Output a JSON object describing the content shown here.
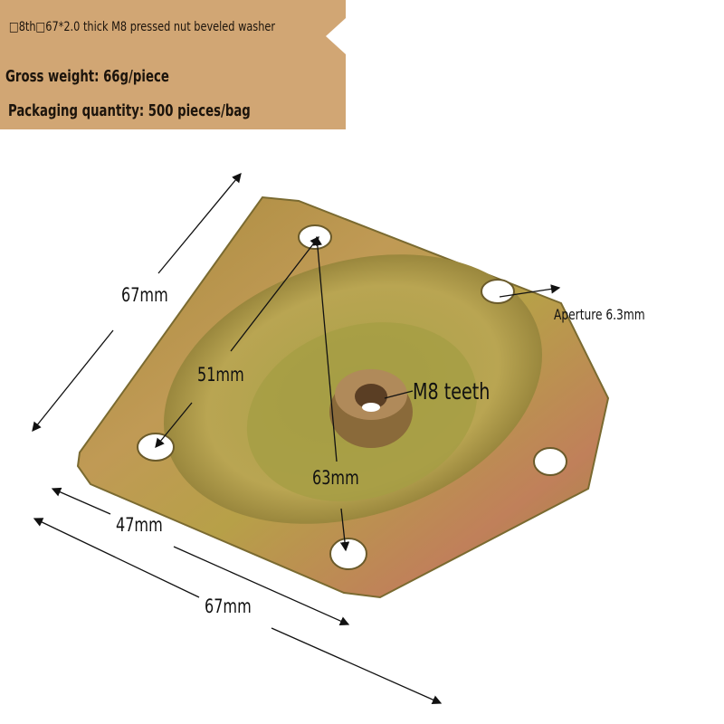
{
  "header": {
    "title": "□8th□67*2.0 thick M8 pressed nut beveled washer",
    "gross_weight": "Gross weight: 66g/piece",
    "packaging": "Packaging quantity: 500 pieces/bag"
  },
  "dimensions": {
    "side_left": "67mm",
    "inner_diagonal": "51mm",
    "hole_span": "63mm",
    "bevel_edge": "47mm",
    "bottom_side": "67mm",
    "aperture": "Aperture 6.3mm",
    "thread": "M8 teeth"
  },
  "colors": {
    "banner": "#d1a674",
    "plate": "#b29a45"
  }
}
